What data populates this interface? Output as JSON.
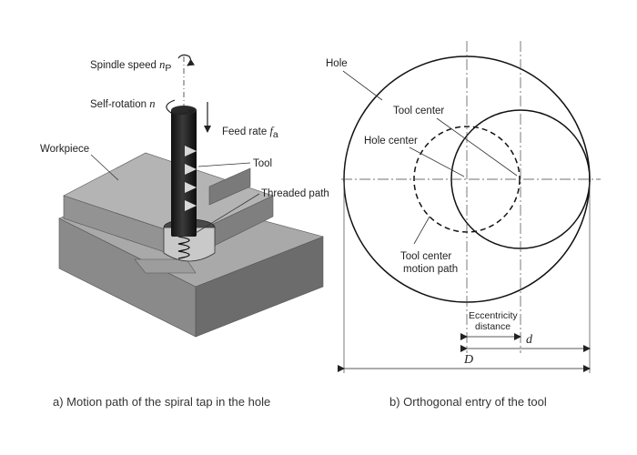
{
  "panel_a": {
    "spindle_speed": "Spindle speed",
    "spindle_speed_symbol": "n",
    "spindle_speed_sub": "P",
    "self_rotation": "Self-rotation",
    "self_rotation_symbol": "n",
    "feed_rate": "Feed rate",
    "feed_rate_symbol": "f",
    "feed_rate_sub": "a",
    "workpiece": "Workpiece",
    "tool": "Tool",
    "threaded_path": "Threaded path",
    "caption": "a) Motion path of the spiral tap in the hole"
  },
  "panel_b": {
    "hole": "Hole",
    "tool_center": "Tool center",
    "hole_center": "Hole center",
    "tool_center_motion_path_1": "Tool center",
    "tool_center_motion_path_2": "motion path",
    "eccentricity_1": "Eccentricity",
    "eccentricity_2": "distance",
    "dim_d": "d",
    "dim_D": "D",
    "caption": "b) Orthogonal entry of the tool"
  }
}
